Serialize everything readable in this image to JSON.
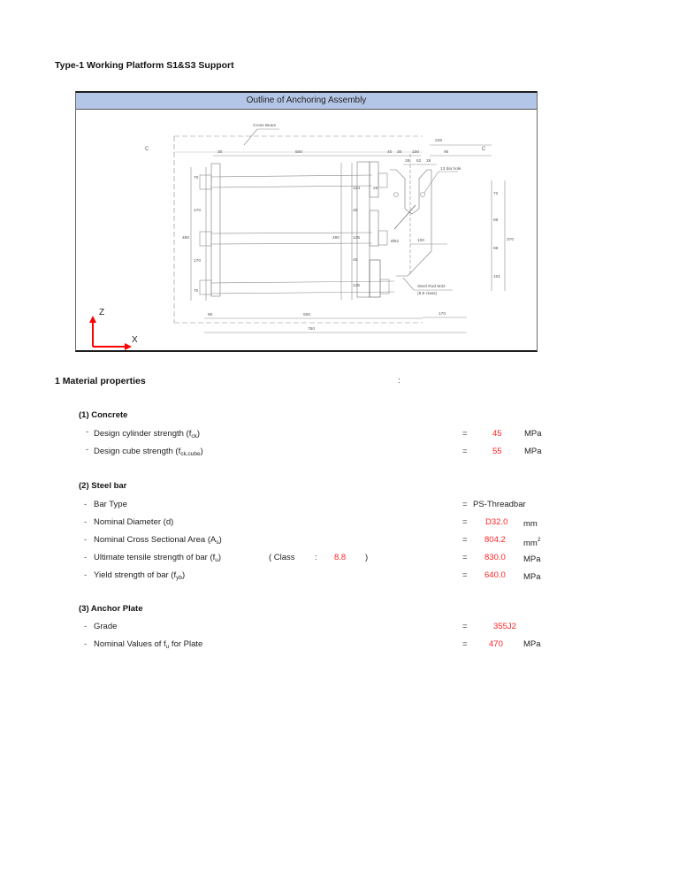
{
  "document": {
    "title": "Type-1 Working Platform S1&S3 Support"
  },
  "figure": {
    "header": "Outline of Anchoring Assembly",
    "labels": {
      "cross_beam": "Cross Beam",
      "section_mark": "C",
      "hole_note": "13 dia hole",
      "rod_note_1": "Steel Rod M32",
      "rod_note_2": "(8.8 class)",
      "axis_z": "Z",
      "axis_x": "X"
    },
    "dimensions": {
      "top": [
        "30",
        "500",
        "40",
        "30",
        "100",
        "96",
        "226"
      ],
      "plate_top": [
        "28",
        "62",
        "28"
      ],
      "left_vertical": [
        "70",
        "170",
        "170",
        "70",
        "480"
      ],
      "mid_vertical": [
        "124",
        "45",
        "125",
        "45",
        "125",
        "480"
      ],
      "right_vertical": [
        "72",
        "98",
        "99",
        "101",
        "370"
      ],
      "bolt_gap": "25",
      "hole_dia": "Ø52",
      "plate_width": "100",
      "bottom": [
        "80",
        "500",
        "170",
        "750"
      ]
    },
    "axis_color": "#ff0000"
  },
  "section1": {
    "title": "1 Material properties",
    "colon": ":",
    "concrete": {
      "title": "(1)  Concrete",
      "rows": [
        {
          "dash": "-",
          "label": "Design cylinder strength (f",
          "sub": "ck",
          "close": ")",
          "eq": "=",
          "value": "45",
          "unit": "MPa"
        },
        {
          "dash": "-",
          "label": "Design cube strength (f",
          "sub": "ck,cube",
          "close": ")",
          "eq": "=",
          "value": "55",
          "unit": "MPa"
        }
      ]
    },
    "steel_bar": {
      "title": "(2)  Steel bar",
      "rows": [
        {
          "dash": "-",
          "label": "Bar Type",
          "eq": "=",
          "value": "PS-Threadbar"
        },
        {
          "dash": "-",
          "label": "Nominal Diameter (d)",
          "eq": "=",
          "value": "D32.0",
          "unit": "mm"
        },
        {
          "dash": "-",
          "label": "Nominal Cross Sectional Area (A",
          "sub": "s",
          "close": ")",
          "eq": "=",
          "value": "804.2",
          "unit": "mm",
          "unit_sup": "2"
        },
        {
          "dash": "-",
          "label": "Ultimate tensile strength of bar (f",
          "sub": "u",
          "close": ")",
          "eq": "=",
          "value": "830.0",
          "unit": "MPa"
        },
        {
          "dash": "-",
          "label": "Yield strength of bar (f",
          "sub": "yb",
          "close": ")",
          "eq": "=",
          "value": "640.0",
          "unit": "MPa"
        }
      ],
      "class_note": {
        "open": "( Class",
        "colon": ":",
        "value": "8.8",
        "close": ")"
      }
    },
    "anchor_plate": {
      "title": "(3)  Anchor Plate",
      "rows": [
        {
          "dash": "-",
          "label": "Grade",
          "eq": "=",
          "value": "355J2"
        },
        {
          "dash": "-",
          "label_a": "Nominal Values of f",
          "sub": "u",
          "label_b": " for Plate",
          "eq": "=",
          "value": "470",
          "unit": "MPa"
        }
      ]
    }
  }
}
